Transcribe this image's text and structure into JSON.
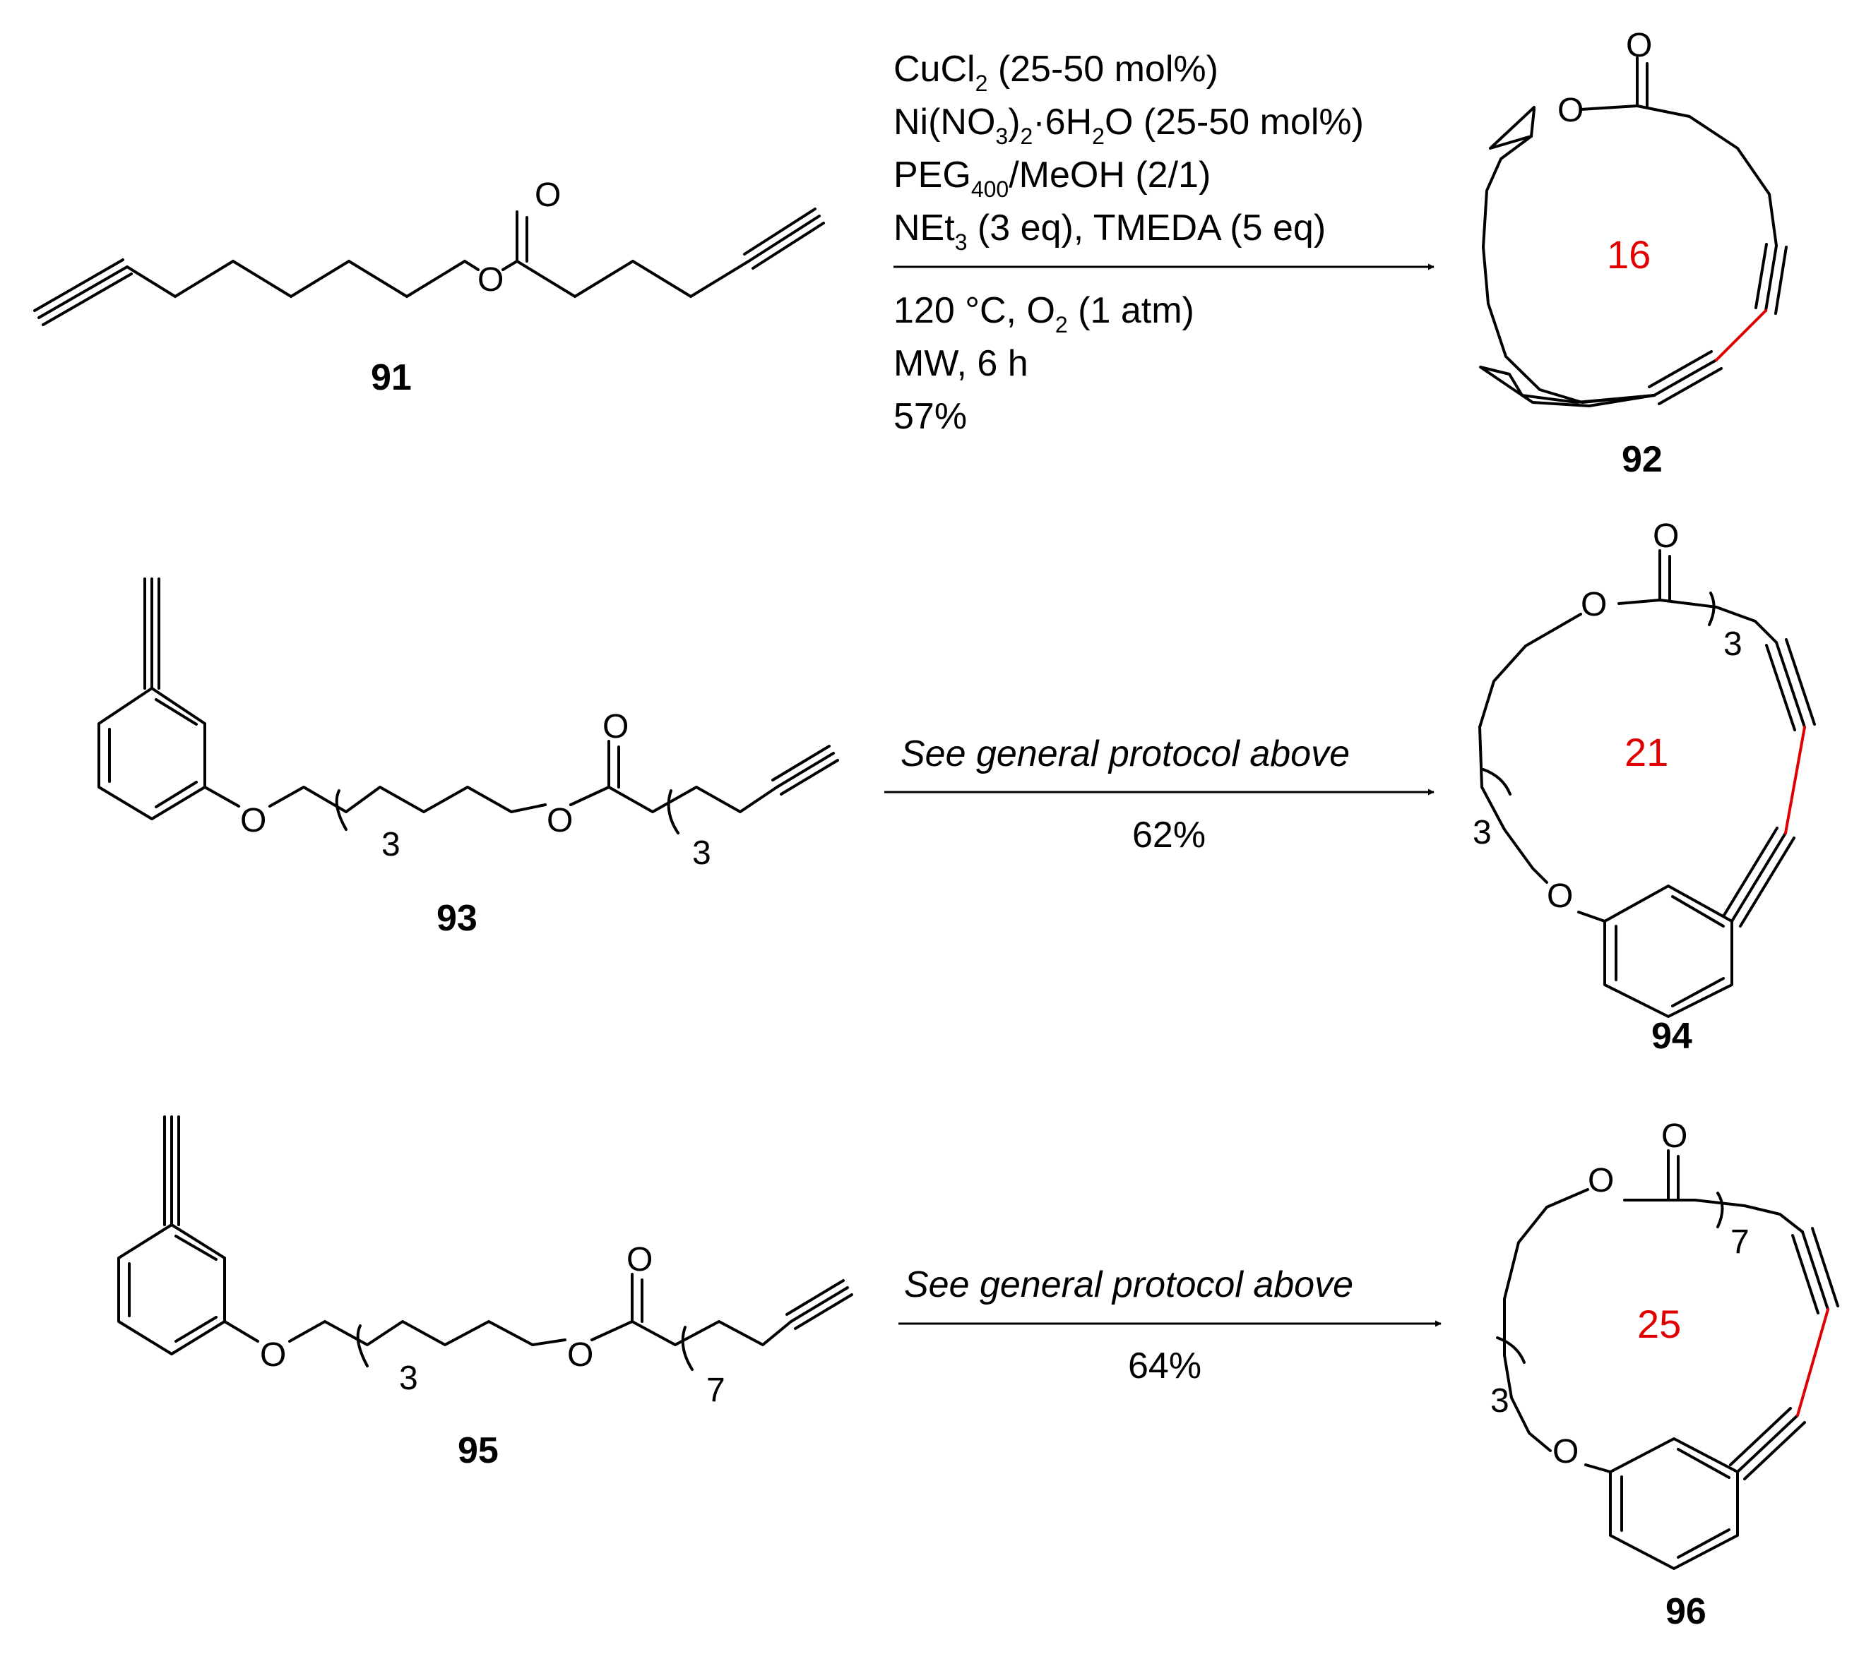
{
  "colors": {
    "bond": "#000000",
    "new_bond": "#e00000",
    "ring_size": "#e00000",
    "text": "#000000"
  },
  "atoms": {
    "oxygen": "O"
  },
  "reaction1": {
    "reactant": {
      "number": "91"
    },
    "product": {
      "number": "92",
      "ring_size": "16"
    },
    "conditions": {
      "line1": {
        "pre": "CuCl",
        "sub": "2",
        "post": " (25-50 mol%)"
      },
      "line2": {
        "pre": "Ni(NO",
        "sub1": "3",
        "mid": ")",
        "sub2": "2",
        "mid2": "·6H",
        "sub3": "2",
        "post": "O (25-50 mol%)"
      },
      "line3": {
        "pre": "PEG",
        "sub": "400",
        "post": "/MeOH (2/1)"
      },
      "line4": {
        "pre": "NEt",
        "sub": "3",
        "post": " (3 eq), TMEDA (5 eq)"
      },
      "line5": {
        "pre": "120 °C, O",
        "sub": "2",
        "post": " (1 atm)"
      },
      "line6": "MW, 6 h",
      "line7": "57%"
    }
  },
  "reaction2": {
    "reactant": {
      "number": "93",
      "repeat_a": "3",
      "repeat_b": "3"
    },
    "product": {
      "number": "94",
      "ring_size": "21",
      "repeat_a": "3",
      "repeat_b": "3"
    },
    "conditions": {
      "protocol": "See general protocol above",
      "yield": "62%"
    }
  },
  "reaction3": {
    "reactant": {
      "number": "95",
      "repeat_a": "3",
      "repeat_b": "7"
    },
    "product": {
      "number": "96",
      "ring_size": "25",
      "repeat_a": "7",
      "repeat_b": "3"
    },
    "conditions": {
      "protocol": "See general protocol above",
      "yield": "64%"
    }
  }
}
